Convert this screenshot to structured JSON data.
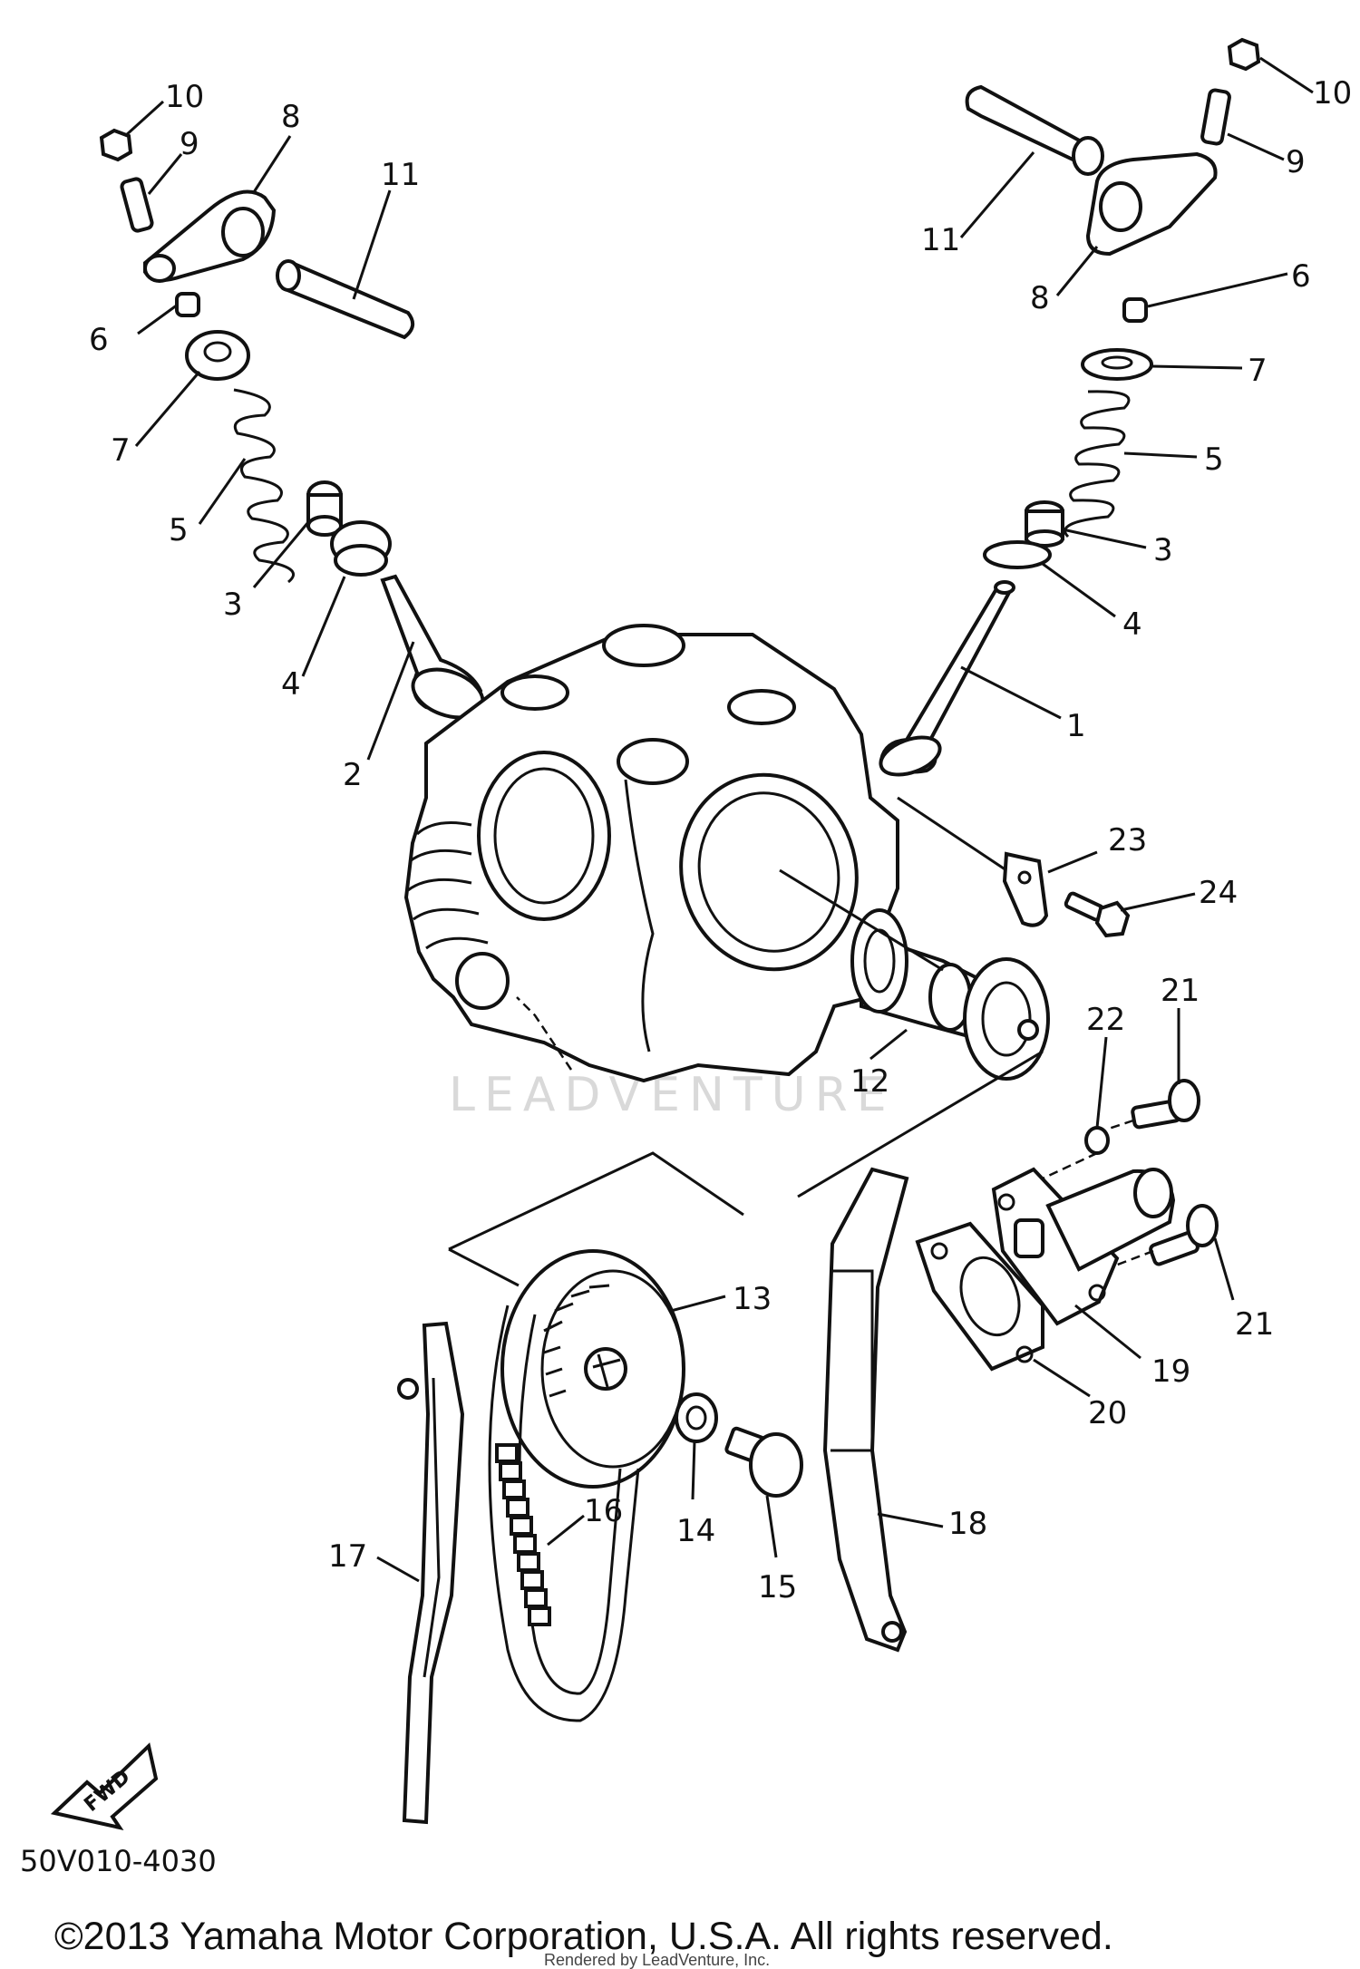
{
  "diagram": {
    "code": "50V010-4030",
    "copyright": "©2013 Yamaha Motor Corporation, U.S.A. All rights reserved.",
    "credit": "Rendered by LeadVenture, Inc.",
    "watermark": "LEADVENTURE",
    "fwd_label": "FWD",
    "callouts": [
      "10",
      "9",
      "8",
      "11",
      "6",
      "7",
      "5",
      "3",
      "4",
      "2",
      "10",
      "9",
      "11",
      "8",
      "6",
      "7",
      "5",
      "3",
      "4",
      "1",
      "23",
      "24",
      "12",
      "22",
      "21",
      "13",
      "21",
      "19",
      "20",
      "17",
      "16",
      "14",
      "15",
      "18"
    ]
  }
}
